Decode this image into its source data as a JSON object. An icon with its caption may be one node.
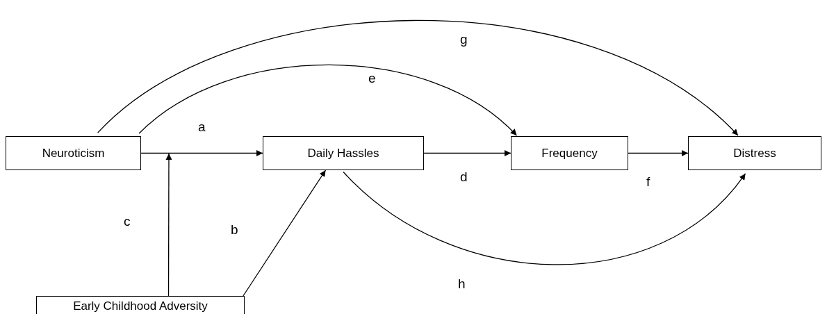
{
  "diagram": {
    "nodes": [
      {
        "text": [
          "Neuroticism"
        ]
      },
      {
        "text": [
          "Daily Hassles"
        ]
      },
      {
        "text": [
          "Frequency"
        ]
      },
      {
        "text": [
          "Distress"
        ]
      },
      {
        "text": [
          "Early Childhood Adversity"
        ]
      }
    ],
    "edges": [
      {
        "from": 0,
        "to": 1,
        "arrow": "to",
        "label": "a"
      },
      {
        "from": 4,
        "to": 1,
        "arrow": "to",
        "label": "b"
      },
      {
        "from": 4,
        "to": null,
        "arrow": "to",
        "label": "c"
      },
      {
        "from": 1,
        "to": 2,
        "arrow": "to",
        "label": "d"
      },
      {
        "from": 0,
        "to": 2,
        "arrow": "to",
        "label": "e"
      },
      {
        "from": 2,
        "to": 3,
        "arrow": "to",
        "label": "f"
      },
      {
        "from": 0,
        "to": 3,
        "arrow": "to",
        "label": "g"
      },
      {
        "from": 1,
        "to": 3,
        "arrow": "to",
        "label": "h"
      }
    ]
  }
}
